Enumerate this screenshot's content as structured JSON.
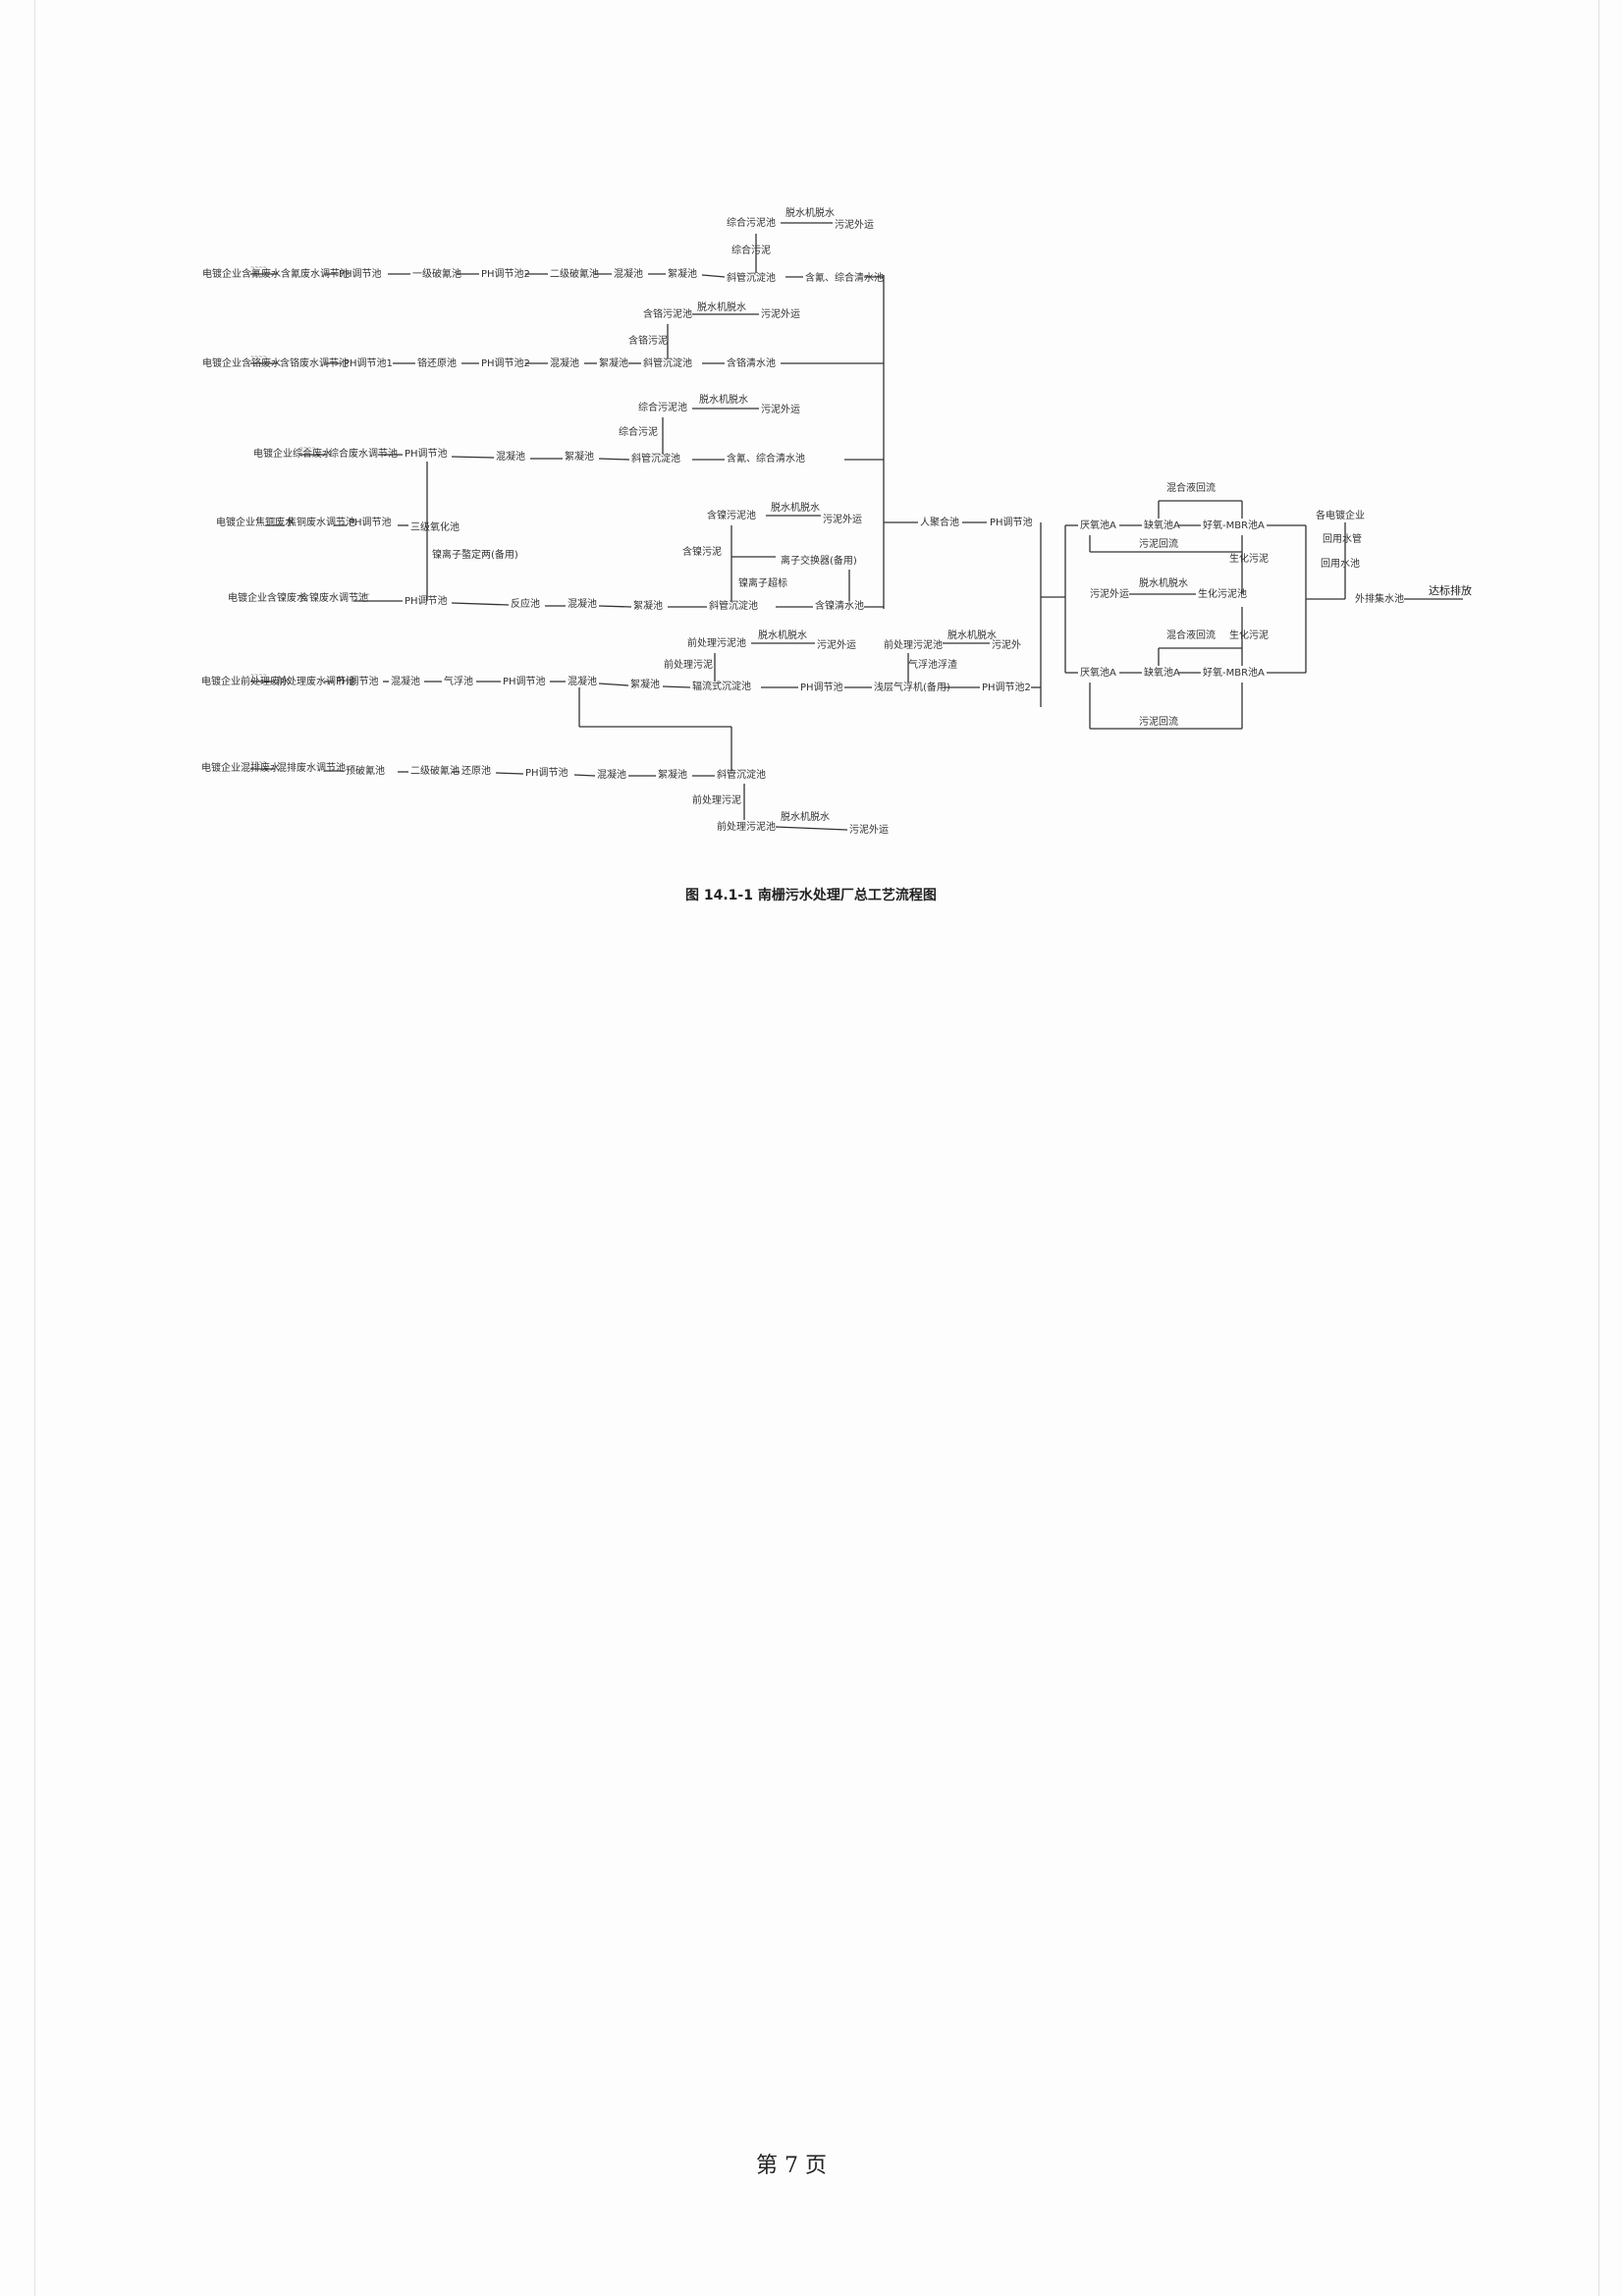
{
  "caption": "图 14.1-1  南栅污水处理厂总工艺流程图",
  "page_number": "第 7 页",
  "colors": {
    "ink": "#333333",
    "paper": "#fdfdfd"
  },
  "nodes": {
    "r1_src": "电镀企业含氰废水",
    "r1_a": "含氰废水调节池",
    "r1_b": "PH调节池",
    "r1_c": "一级破氰池",
    "r1_d": "PH调节池2",
    "r1_e": "二级破氰池",
    "r1_f": "混凝池",
    "r1_g": "絮凝池",
    "r1_h": "斜管沉淀池",
    "r1_i": "含氰、综合清水池",
    "r1_s1": "综合污泥池",
    "r1_s2": "脱水机脱水",
    "r1_s3": "污泥外运",
    "r1_s4": "综合污泥",
    "r2_src": "电镀企业含铬废水",
    "r2_a": "含铬废水调节池",
    "r2_b": "PH调节池1",
    "r2_c": "铬还原池",
    "r2_d": "PH调节池2",
    "r2_f": "混凝池",
    "r2_g": "絮凝池",
    "r2_h": "斜管沉淀池",
    "r2_i": "含铬清水池",
    "r2_s1": "含铬污泥池",
    "r2_s2": "脱水机脱水",
    "r2_s3": "污泥外运",
    "r2_s4": "含铬污泥",
    "r3_src": "电镀企业综合废水",
    "r3_a": "综合废水调节池",
    "r3_b": "PH调节池",
    "r3_f": "混凝池",
    "r3_g": "絮凝池",
    "r3_h": "斜管沉淀池",
    "r3_i": "含氰、综合清水池",
    "r3_s1": "综合污泥池",
    "r3_s2": "脱水机脱水",
    "r3_s3": "污泥外运",
    "r3_s4": "综合污泥",
    "r4_src": "电镀企业焦铜废水",
    "r4_a": "焦铜废水调节池",
    "r4_b": "PH调节池",
    "r4_c": "三级氧化池",
    "r4_d": "镍离子螯定两(备用)",
    "r5_src": "电镀企业含镍废水",
    "r5_a": "含镍废水调节池",
    "r5_b": "PH调节池",
    "r5_c": "反应池",
    "r5_f": "混凝池",
    "r5_g": "絮凝池",
    "r5_h": "斜管沉淀池",
    "r5_i": "含镍清水池",
    "r5_s1": "含镍污泥池",
    "r5_s2": "脱水机脱水",
    "r5_s3": "污泥外运",
    "r5_s4": "含镍污泥",
    "r5_x1": "离子交换器(备用)",
    "r5_x2": "镍离子超标",
    "r6_src": "电镀企业前处理废水",
    "r6_a": "前处理废水调节池",
    "r6_b": "PH调节池",
    "r6_c": "混凝池",
    "r6_d": "气浮池",
    "r6_e": "PH调节池",
    "r6_f": "混凝池",
    "r6_g": "絮凝池",
    "r6_h": "辐流式沉淀池",
    "r6_i": "PH调节池",
    "r6_j": "浅层气浮机(备用)",
    "r6_k": "PH调节池2",
    "r6_s1": "前处理污泥池",
    "r6_s2": "脱水机脱水",
    "r6_s3": "污泥外运",
    "r6_s4": "前处理污泥",
    "r6_t1": "前处理污泥池",
    "r6_t2": "脱水机脱水",
    "r6_t3": "污泥外",
    "r6_t4": "气浮池浮渣",
    "r7_src": "电镀企业混排废水",
    "r7_a": "混排废水调节池",
    "r7_b": "预破氰池",
    "r7_c": "二级破氰池",
    "r7_d": "还原池",
    "r7_e": "PH调节池",
    "r7_f": "混凝池",
    "r7_g": "絮凝池",
    "r7_h": "斜管沉淀池",
    "r7_s1": "前处理污泥",
    "r7_s2": "前处理污泥池",
    "r7_s3": "脱水机脱水",
    "r7_s4": "污泥外运",
    "m_a": "人聚合池",
    "m_b": "PH调节池",
    "b_a1": "厌氧池A",
    "b_a2": "缺氧池A",
    "b_a3": "好氧-MBR池A",
    "b_ret1": "混合液回流",
    "b_ret2": "污泥回流",
    "b_bio1": "生化污泥",
    "b_bio2": "生化污泥池",
    "b_dw": "脱水机脱水",
    "b_out": "污泥外运",
    "b_ret3": "混合液回流",
    "b_bio3": "生化污泥",
    "b_b1": "厌氧池A",
    "b_b2": "缺氧池A",
    "b_b3": "好氧-MBR池A",
    "b_ret4": "污泥回流",
    "e_a": "各电镀企业",
    "e_b": "回用水管",
    "e_c": "回用水池",
    "e_d": "外排集水池",
    "e_e": "达标排放"
  }
}
